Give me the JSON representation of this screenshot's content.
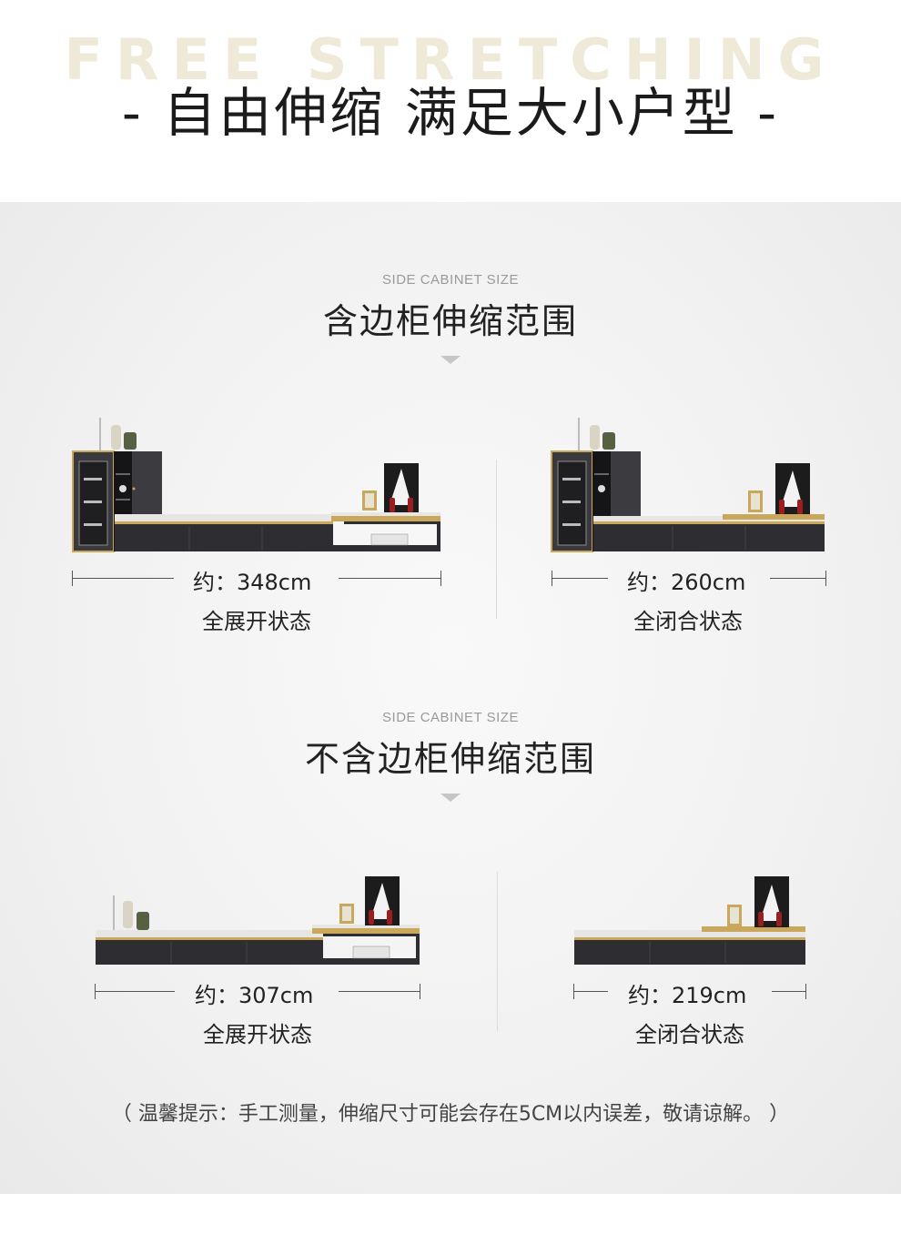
{
  "header": {
    "bg_title": "FREE STRETCHING",
    "title": "- 自由伸缩 满足大小户型 -"
  },
  "sections": [
    {
      "en": "SIDE CABINET SIZE",
      "cn": "含边柜伸缩范围",
      "items": [
        {
          "size": "约：348cm",
          "state": "全展开状态"
        },
        {
          "size": "约：260cm",
          "state": "全闭合状态"
        }
      ]
    },
    {
      "en": "SIDE CABINET SIZE",
      "cn": "不含边柜伸缩范围",
      "items": [
        {
          "size": "约：307cm",
          "state": "全展开状态"
        },
        {
          "size": "约：219cm",
          "state": "全闭合状态"
        }
      ]
    }
  ],
  "tip": "（ 温馨提示：手工测量，伸缩尺寸可能会存在5CM以内误差，敬请谅解。 ）",
  "colors": {
    "cabinet_dark": "#2e2e32",
    "gold_trim": "#c9a85c",
    "marble_top": "#e8e6e2",
    "accent_red": "#9a1e1e"
  }
}
